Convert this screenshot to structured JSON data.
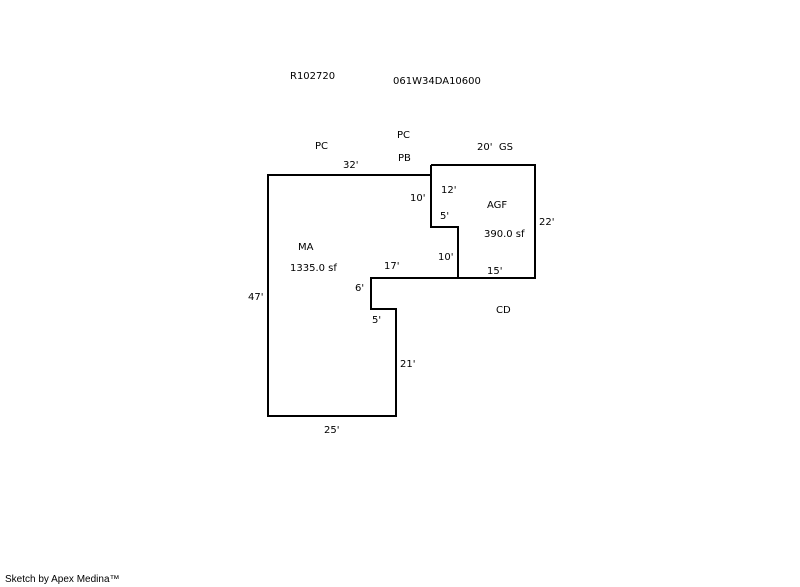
{
  "header": {
    "parcel_id": "R102720",
    "map_tax_lot": "061W34DA10600"
  },
  "areas": {
    "ma": {
      "code": "MA",
      "area": "1335.0 sf"
    },
    "agf": {
      "code": "AGF",
      "area": "390.0 sf"
    }
  },
  "area_codes": {
    "pc_left": "PC",
    "pc_top": "PC",
    "pb": "PB",
    "gs": "20'  GS",
    "cd": "CD"
  },
  "dimensions": {
    "ma_top": "32'",
    "ma_left": "47'",
    "ma_bottom": "25'",
    "ma_lower_right": "21'",
    "ma_notch_bottom": "5'",
    "ma_notch_side": "6'",
    "ma_step_top": "17'",
    "agf_left_upper": "10'",
    "agf_top_inner": "12'",
    "agf_notch": "5'",
    "agf_left_lower": "10'",
    "agf_bottom": "15'",
    "agf_right": "22'"
  },
  "footer": {
    "credit": "Sketch by Apex Medina™"
  }
}
